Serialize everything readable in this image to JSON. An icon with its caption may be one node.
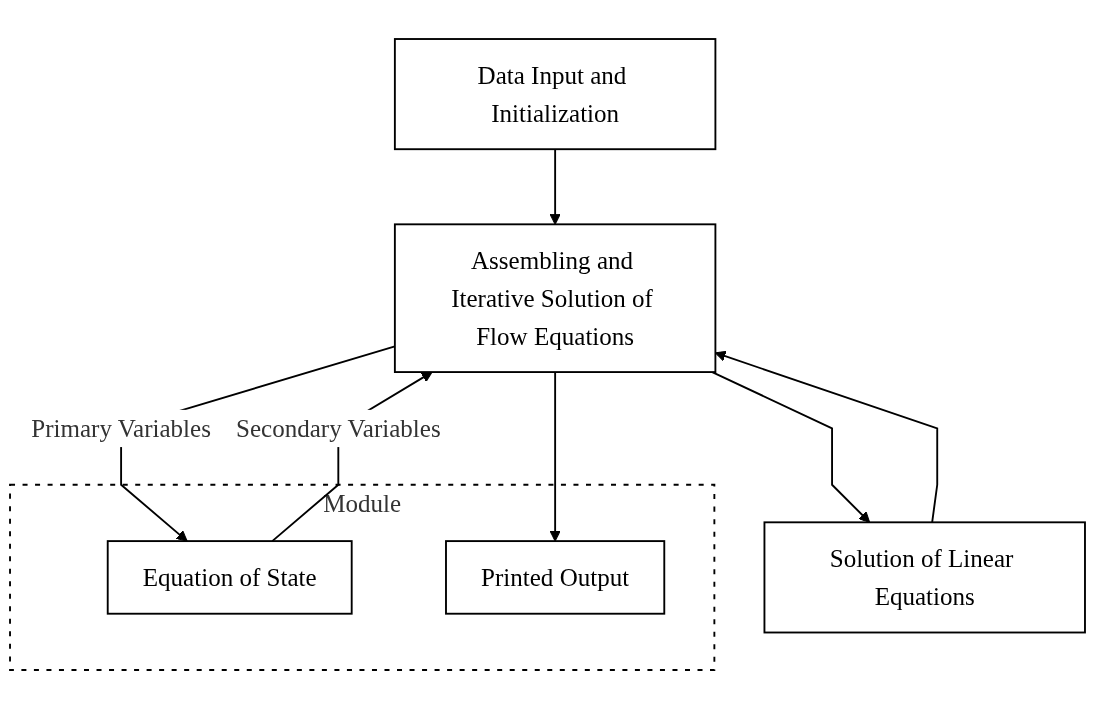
{
  "diagram": {
    "nodes": [
      {
        "text": [
          "Data Input and Initialization"
        ]
      },
      {
        "text": [
          "Solution of Linear Equations"
        ]
      },
      {
        "text": [
          "Assembling and Iterative Solution of Flow Equations"
        ]
      },
      {
        "text": [
          "Module"
        ]
      },
      {
        "text": [
          "Equation of State"
        ],
        "in": 3
      },
      {
        "text": [
          "Printed Output"
        ],
        "in": 3
      }
    ],
    "edges": [
      {
        "from": 0,
        "to": 2,
        "arrow": "to"
      },
      {
        "from": 1,
        "to": 2,
        "arrow": "to"
      },
      {
        "from": 2,
        "to": 1,
        "arrow": "to"
      },
      {
        "from": 2,
        "to": 4,
        "arrow": "to",
        "label": "Primary Variables"
      },
      {
        "from": 4,
        "to": 2,
        "arrow": "to",
        "label": "Secondary Variables"
      },
      {
        "from": 2,
        "to": 5,
        "arrow": "to"
      }
    ]
  }
}
